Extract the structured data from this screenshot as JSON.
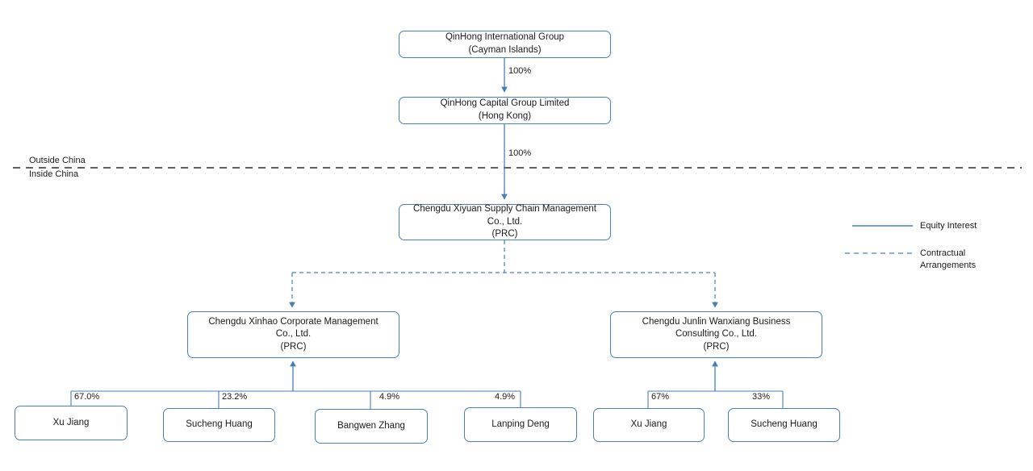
{
  "diagram": {
    "title": "QinHong corporate structure chart",
    "colors": {
      "box_border": "#4a7ebb",
      "connector": "#4a7ebb",
      "divider": "#000000",
      "text": "#1a1a1a",
      "background": "#ffffff"
    },
    "nodes": {
      "qinhong_international": {
        "line1": "QinHong International Group",
        "line2": "(Cayman Islands)"
      },
      "qinhong_capital": {
        "line1": "QinHong Capital Group Limited",
        "line2": "(Hong Kong)"
      },
      "chengdu_xiyuan": {
        "line1": "Chengdu  Xiyuan Supply Chain Management",
        "line2": "Co., Ltd.",
        "line3": "(PRC)"
      },
      "chengdu_xinhao": {
        "line1": "Chengdu  Xinhao Corporate Management",
        "line2": "Co., Ltd.",
        "line3": "(PRC)"
      },
      "chengdu_junlin": {
        "line1": "Chengdu  Junlin Wanxiang Business",
        "line2": "Consulting Co., Ltd.",
        "line3": "(PRC)"
      },
      "xinhao_holder_1": {
        "line1": "Xu Jiang"
      },
      "xinhao_holder_2": {
        "line1": "Sucheng Huang"
      },
      "xinhao_holder_3": {
        "line1": "Bangwen Zhang"
      },
      "xinhao_holder_4": {
        "line1": "Lanping Deng"
      },
      "junlin_holder_1": {
        "line1": "Xu Jiang"
      },
      "junlin_holder_2": {
        "line1": "Sucheng Huang"
      }
    },
    "edge_labels": {
      "intl_to_capital": "100%",
      "capital_to_xiyuan": "100%",
      "xinhao_1": "67.0%",
      "xinhao_2": "23.2%",
      "xinhao_3": "4.9%",
      "xinhao_4": "4.9%",
      "junlin_1": "67%",
      "junlin_2": "33%"
    },
    "divider": {
      "above_label": "Outside China",
      "below_label": "Inside China"
    },
    "legend": {
      "equity": "Equity Interest",
      "contractual_line1": "Contractual",
      "contractual_line2": "Arrangements"
    }
  }
}
